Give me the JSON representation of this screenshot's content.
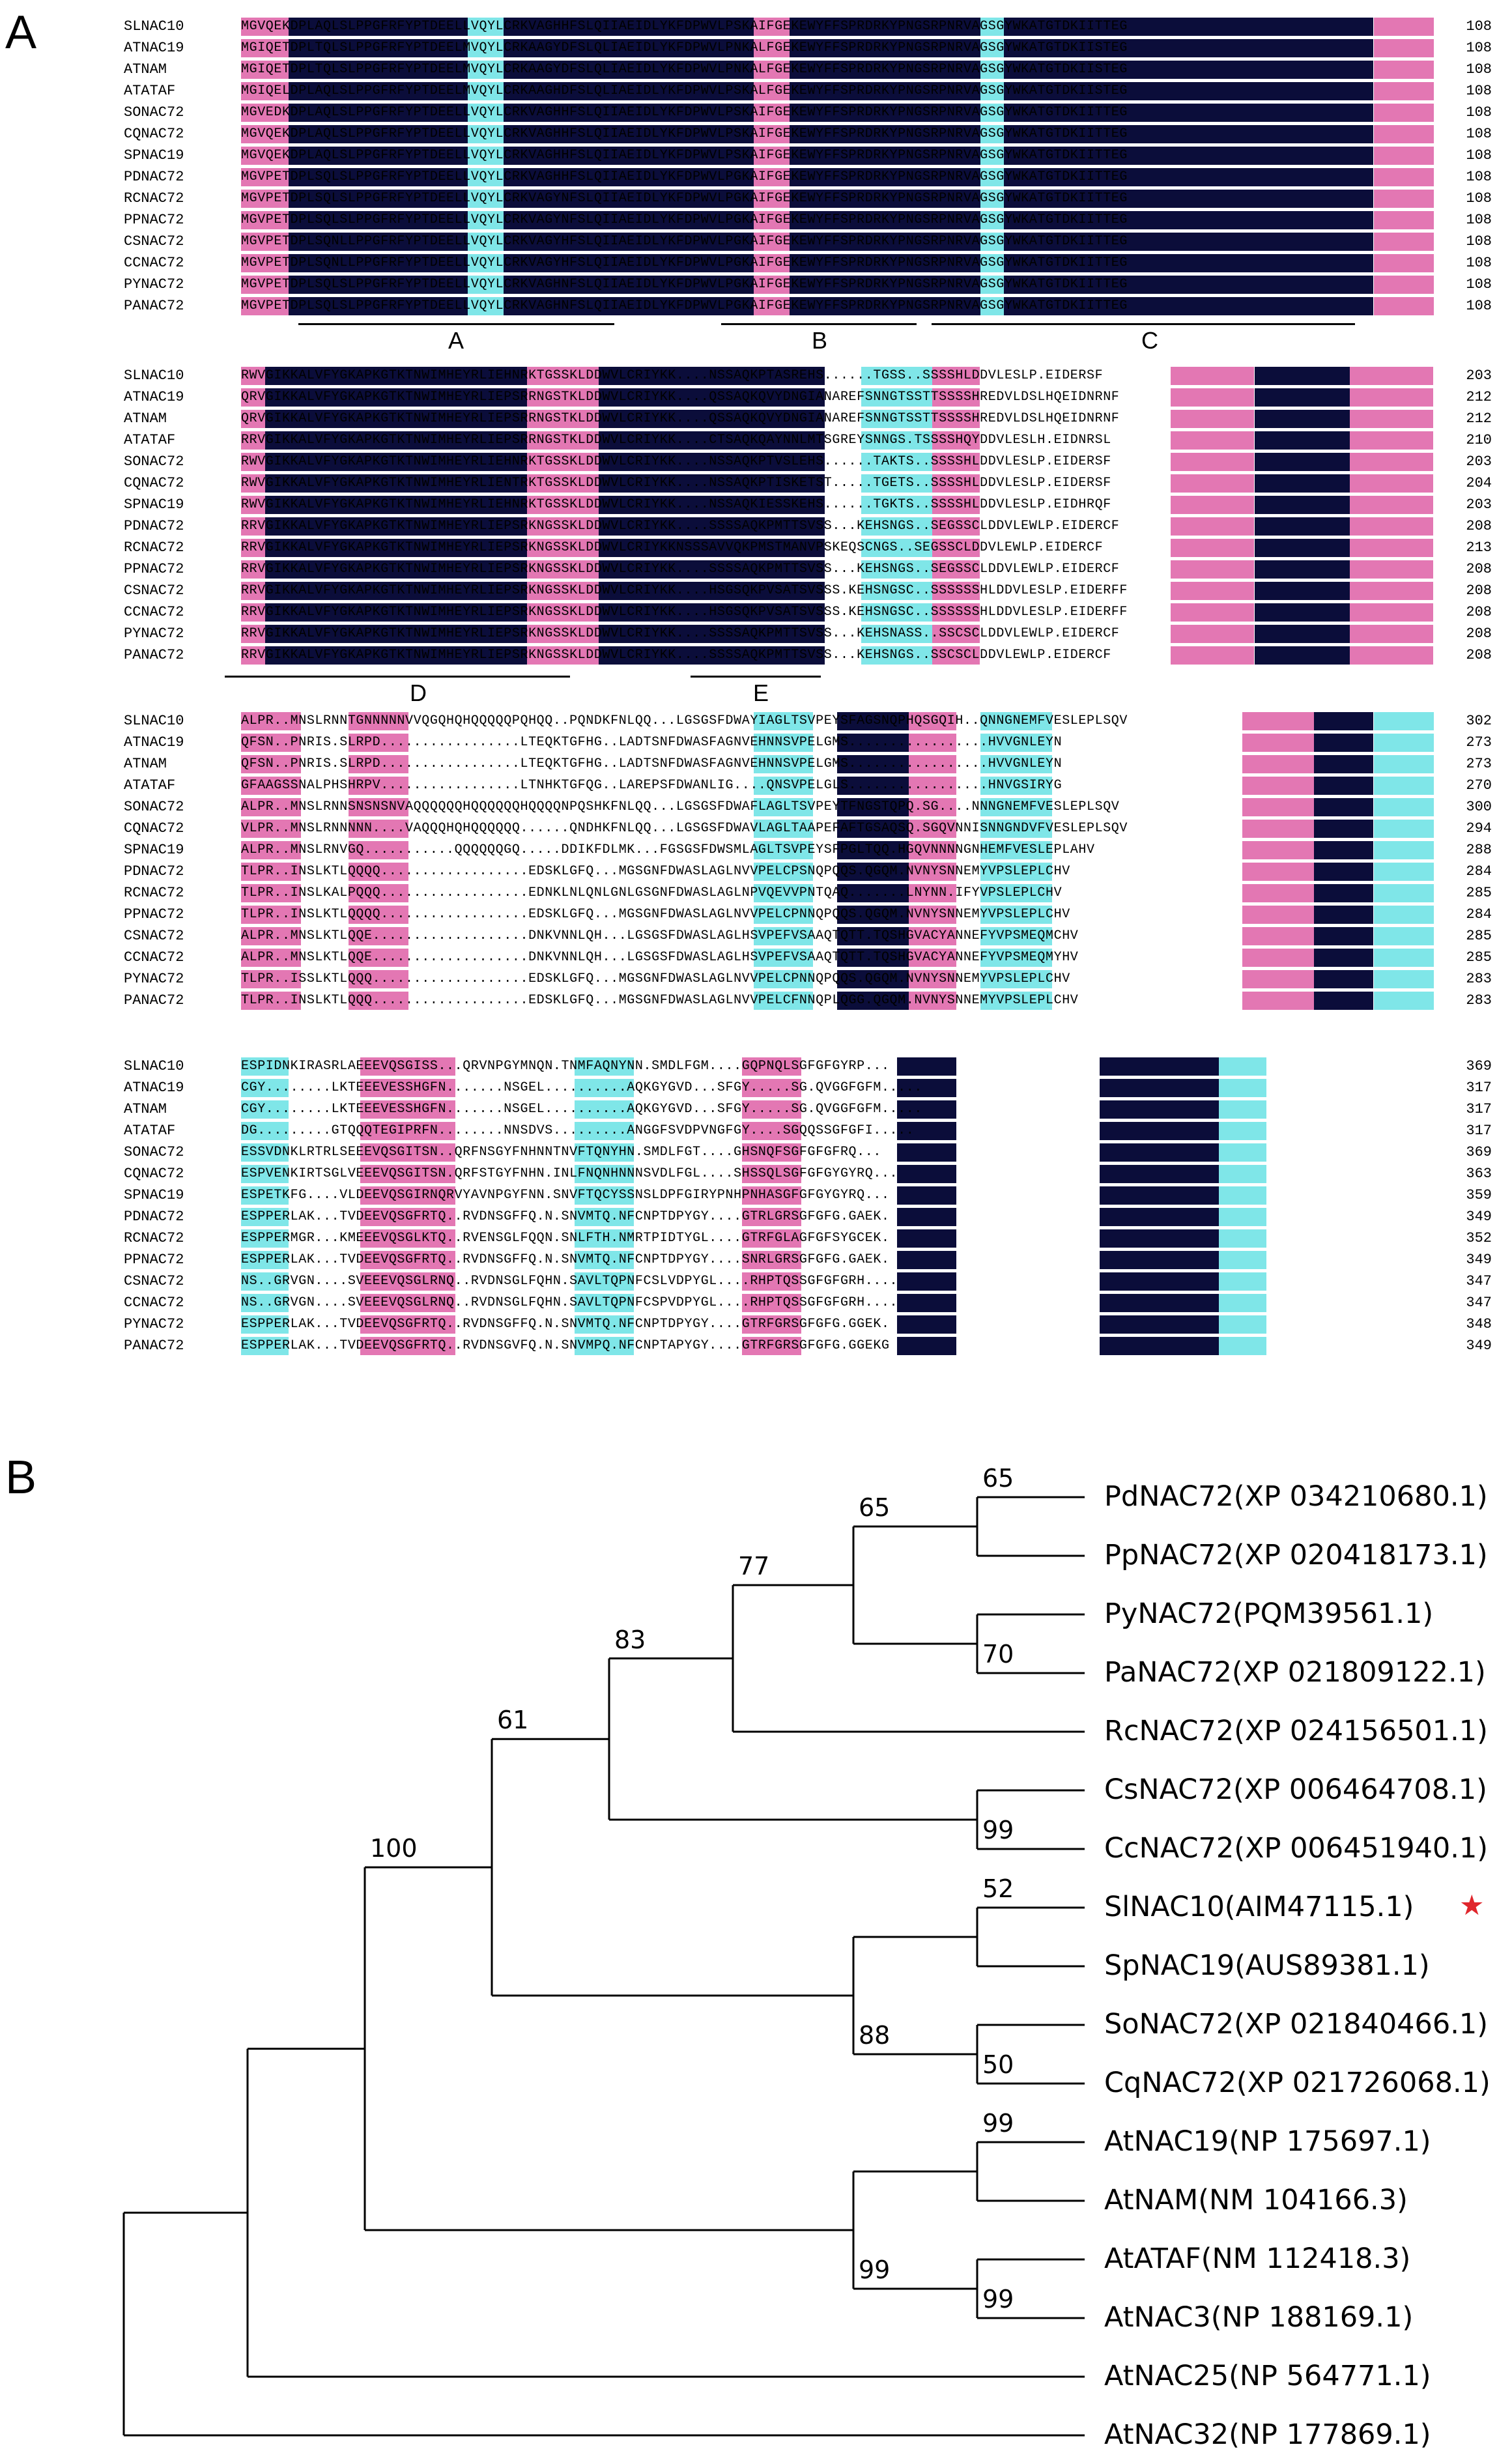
{
  "panels": {
    "a_label": "A",
    "b_label": "B"
  },
  "colors": {
    "identical": "#0b0d3a",
    "similar_pink": "#e377b3",
    "similar_cyan": "#7fe6e8"
  },
  "alignment": {
    "motifs": [
      "A",
      "B",
      "C",
      "D",
      "E"
    ],
    "blocks": [
      {
        "rows": [
          {
            "name": "SLNAC10",
            "seq": "MGVQEKDPLAQLSLPPGFRFYPTDEELLVQYLCRKVAGHHFSLQIIAEIDLYKFDPWVLPSKAIFGEKEWYFFSPRDRKYPNGSRPNRVAGSGYWKATGTDKIITTEG",
            "end": "108"
          },
          {
            "name": "ATNAC19",
            "seq": "MGIQETDPLTQLSLPPGFRFYPTDEELMVQYLCRKAAGYDFSLQLIAEIDLYKFDPWVLPNKALFGEKEWYFFSPRDRKYPNGSRPNRVAGSGYWKATGTDKIISTEG",
            "end": "108"
          },
          {
            "name": "ATNAM",
            "seq": "MGIQETDPLTQLSLPPGFRFYPTDEELMVQYLCRKAAGYDFSLQLIAEIDLYKFDPWVLPNKALFGEKEWYFFSPRDRKYPNGSRPNRVAGSGYWKATGTDKIISTEG",
            "end": "108"
          },
          {
            "name": "ATATAF",
            "seq": "MGIQELDPLAQLSLPPGFRFYPTDEELMVQYLCRKAAGHDFSLQLIAEIDLYKFDPWVLPSKALFGEKEWYFFSPRDRKYPNGSRPNRVAGSGYWKATGTDKIISTEG",
            "end": "108"
          },
          {
            "name": "SONAC72",
            "seq": "MGVEDKDPLAQLSLPPGFRFYPTDEELLVQYLCRKVAGHHFSLQIIAEIDLYKFDPWVLPSKAIFGEKEWYFFSPRDRKYPNGSRPNRVAGSGYWKATGTDKIITTEG",
            "end": "108"
          },
          {
            "name": "CQNAC72",
            "seq": "MGVQEKDPLAQLSLPPGFRFYPTDEELLVQYLCRKVAGHHFSLQIIAEIDLYKFDPWVLPSKAIFGEKEWYFFSPRDRKYPNGSRPNRVAGSGYWKATGTDKIITTEG",
            "end": "108"
          },
          {
            "name": "SPNAC19",
            "seq": "MGVQEKDPLAQLSLPPGFRFYPTDEELLVQYLCRKVAGHHFSLQIIAEIDLYKFDPWVLPSKAIFGEKEWYFFSPRDRKYPNGSRPNRVAGSGYWKATGTDKIITTEG",
            "end": "108"
          },
          {
            "name": "PDNAC72",
            "seq": "MGVPETDPLSQLSLPPGFRFYPTDEELLVQYLCRKVAGHHFSLQIIAEIDLYKFDPWVLPGKAIFGEKEWYFFSPRDRKYPNGSRPNRVAGSGYWKATGTDKIITTEG",
            "end": "108"
          },
          {
            "name": "RCNAC72",
            "seq": "MGVPETDPLSQLSLPPGFRFYPTDEELLVQYLCRKVAGYNFSLQIIAEIDLYKFDPWVLPGKAIFGEKEWYFFSPRDRKYPNGSRPNRVAGSGYWKATGTDKIITTEG",
            "end": "108"
          },
          {
            "name": "PPNAC72",
            "seq": "MGVPETDPLSQLSLPPGFRFYPTDEELLVQYLCRKVAGYNFSLQIIAEIDLYKFDPWVLPGKAIFGEKEWYFFSPRDRKYPNGSRPNRVAGSGYWKATGTDKIITTEG",
            "end": "108"
          },
          {
            "name": "CSNAC72",
            "seq": "MGVPETDPLSQNLLPPGFRFYPTDEELLVQYLCRKVAGYHFSLQIIAEIDLYKFDPWVLPGKAIFGEKEWYFFSPRDRKYPNGSRPNRVAGSGYWKATGTDKIITTEG",
            "end": "108"
          },
          {
            "name": "CCNAC72",
            "seq": "MGVPETDPLSQNLLPPGFRFYPTDEELLVQYLCRKVAGYHFSLQIIAEIDLYKFDPWVLPGKAIFGEKEWYFFSPRDRKYPNGSRPNRVAGSGYWKATGTDKIITTEG",
            "end": "108"
          },
          {
            "name": "PYNAC72",
            "seq": "MGVPETDPLSQLSLPPGFRFYPTDEELLVQYLCRKVAGHNFSLQIIAEIDLYKFDPWVLPGKAIFGEKEWYFFSPRDRKYPNGSRPNRVAGSGYWKATGTDKIITTEG",
            "end": "108"
          },
          {
            "name": "PANAC72",
            "seq": "MGVPETDPLSQLSLPPGFRFYPTDEELLVQYLCRKVAGHNFSLQIIAEIDLYKFDPWVLPGKAIFGEKEWYFFSPRDRKYPNGSRPNRVAGSGYWKATGTDKIITTEG",
            "end": "108"
          }
        ]
      },
      {
        "rows": [
          {
            "name": "SLNAC10",
            "seq": "RWVGIKKALVFYGKAPKGTKTNWIMHEYRLIEHNRKTGSSKLDDWVLCRIYKK....NSSAQKPTASREHS......TGSS..SSSSHLDDVLESLP.EIDERSF",
            "end": "203"
          },
          {
            "name": "ATNAC19",
            "seq": "QRVGIKKALVFYGKAPKGTKTNWIMHEYRLIEPSRRNGSTKLDDWVLCRIYKK....QSSAQKQVYDNGIANAREFSNNGTSSTTSSSSHREDVLDSLHQEIDNRNF",
            "end": "212"
          },
          {
            "name": "ATNAM",
            "seq": "QRVGIKKALVFYGKAPKGTKTNWIMHEYRLIEPSRRNGSTKLDDWVLCRIYKK....QSSAQKQVYDNGIANAREFSNNGTSSTTSSSSHREDVLDSLHQEIDNRNF",
            "end": "212"
          },
          {
            "name": "ATATAF",
            "seq": "RRVGIKKALVFYGKAPKGTKTNWIMHEYRLIEPSRRNGSTKLDDWVLCRIYKK....CTSAQKQAYNNLMTSGREYSNNGS.TSSSSHQYDDVLESLH.EIDNRSL",
            "end": "210"
          },
          {
            "name": "SONAC72",
            "seq": "RWVGIKKALVFYGKAPKGTKTNWIMHEYRLIEHNRKTGSSKLDDWVLCRIYKK....NSSAQKPTVSLEHS......TAKTS..SSSSHLDDVLESLP.EIDERSF",
            "end": "203"
          },
          {
            "name": "CQNAC72",
            "seq": "RWVGIKKALVFYGKAPKGTKTNWIMHEYRLIENTRKTGSSKLDDWVLCRIYKK....NSSAQKPTISKETST.....TGETS..SSSSHLDDVLESLP.EIDERSF",
            "end": "204"
          },
          {
            "name": "SPNAC19",
            "seq": "RWVGIKKALVFYGKAPKGTKTNWIMHEYRLIEHNRKTGSSKLDDWVLCRIYKK....NSSAQKIESSKEHS......TGKTS..SSSSHLDDVLESLP.EIDHRQF",
            "end": "203"
          },
          {
            "name": "PDNAC72",
            "seq": "RRVGIKKALVFYGKAPKGTKTNWIMHEYRLIEPSRKNGSSKLDDWVLCRIYKK....SSSSAQKPMTTSVSS...KEHSNGS..SEGSSCLDDVLEWLP.EIDERCF",
            "end": "208"
          },
          {
            "name": "RCNAC72",
            "seq": "RRVGIKKALVFYGKAPKGTKTNWIMHEYRLIEPSRKNGSSKLDDWVLCRIYKKNSSSAVVQKPMSTMANVPSKEQSCNGS..SEGSSCLDDVLEWLP.EIDERCF",
            "end": "213"
          },
          {
            "name": "PPNAC72",
            "seq": "RRVGIKKALVFYGKAPKGTKTNWIMHEYRLIEPSRKNGSSKLDDWVLCRIYKK....SSSSAQKPMTTSVSS...KEHSNGS..SEGSSCLDDVLEWLP.EIDERCF",
            "end": "208"
          },
          {
            "name": "CSNAC72",
            "seq": "RRVGIKKALVFYGKAPKGTKTNWIMHEYRLIEPSRKNGSSKLDDWVLCRIYKK....HSGSQKPVSATSVSSS.KEHSNGSC..SSSSSSHLDDVLESLP.EIDERFF",
            "end": "208"
          },
          {
            "name": "CCNAC72",
            "seq": "RRVGIKKALVFYGKAPKGTKTNWIMHEYRLIEPSRKNGSSKLDDWVLCRIYKK....HSGSQKPVSATSVSSS.KEHSNGSC..SSSSSSHLDDVLESLP.EIDERFF",
            "end": "208"
          },
          {
            "name": "PYNAC72",
            "seq": "RRVGIKKALVFYGKAPKGTKTNWIMHEYRLIEPSRKNGSSKLDDWVLCRIYKK....SSSSAQKPMTTSVSS...KEHSNASS..SSCSCLDDVLEWLP.EIDERCF",
            "end": "208"
          },
          {
            "name": "PANAC72",
            "seq": "RRVGIKKALVFYGKAPKGTKTNWIMHEYRLIEPSRKNGSSKLDDWVLCRIYKK....SSSSAQKPMTTSVSS...KEHSNGS..SSCSCLDDVLEWLP.EIDERCF",
            "end": "208"
          }
        ]
      },
      {
        "rows": [
          {
            "name": "SLNAC10",
            "seq": "ALPR..MNSLRNNTGNNNNNVVQGQHQHQQQQQPQHQQ..PQNDKFNLQQ...LGSGSFDWAYIAGLTSVPEYSFAGSNQPHQSGQIH..QNNGNEMFVESLEPLSQV",
            "end": "302"
          },
          {
            "name": "ATNAC19",
            "seq": "QFSN..PNRIS.SLRPD.................LTEQKTGFHG..LADTSNFDWASFAGNVEHNNSVPELGMS.................HVVGNLEYN",
            "end": "273"
          },
          {
            "name": "ATNAM",
            "seq": "QFSN..PNRIS.SLRPD.................LTEQKTGFHG..LADTSNFDWASFAGNVEHNNSVPELGMS.................HVVGNLEYN",
            "end": "273"
          },
          {
            "name": "ATATAF",
            "seq": "GFAAGSSNALPHSHRPV.................LTNHKTGFQG..LAREPSFDWANLIG....QNSVPELGLS.................HNVGSIRYG",
            "end": "270"
          },
          {
            "name": "SONAC72",
            "seq": "ALPR..MNSLRNNSNSNSNVAQQQQQQHQQQQQQHQQQQNPQSHKFNLQQ...LGSGSFDWAFLAGLTSVPEYTFNGSTQPQ.SG....NNNGNEMFVESLEPLSQV",
            "end": "300"
          },
          {
            "name": "CQNAC72",
            "seq": "VLPR..MNSLRNNNNN....VAQQQHQHQQQQQQ......QNDHKFNLQQ...LGSGSFDWAVLAGLTAAPEFAFTGSAQSQ.SGQVNNISNNGNDVFVESLEPLSQV",
            "end": "294"
          },
          {
            "name": "SPNAC19",
            "seq": "ALPR..MNSLRNVGQ...........QQQQQQGQ.....DDIKFDLMK...FGSGSFDWSMLAGLTSVPEYSFPGLTQQ.HGQVNNNNGNHEMFVESLEPLAHV",
            "end": "288"
          },
          {
            "name": "PDNAC72",
            "seq": "TLPR..INSLKTLQQQQ..................EDSKLGFQ...MGSGNFDWASLAGLNVVPELCPSNQPQQS.QGQM.NVNYSNNEMYVPSLEPLCHV",
            "end": "284"
          },
          {
            "name": "RCNAC72",
            "seq": "TLPR..INSLKALPQQQ..................EDNKLNLQNLGNLGSGNFDWASLAGLNPVQEVVPNTQAQ.......LNYNN.IFYVPSLEPLCHV",
            "end": "285"
          },
          {
            "name": "PPNAC72",
            "seq": "TLPR..INSLKTLQQQQ..................EDSKLGFQ...MGSGNFDWASLAGLNVVPELCPNNQPQQS.QGQM.NVNYSNNEMYVPSLEPLCHV",
            "end": "284"
          },
          {
            "name": "CSNAC72",
            "seq": "ALPR..MNSLKTLQQE...................DNKVNNLQH...LGSGSFDWASLAGLHSVPEFVSAAQTQTT.TQSHGVACYANNEFYVPSMEQMCHV",
            "end": "285"
          },
          {
            "name": "CCNAC72",
            "seq": "ALPR..MNSLKTLQQE...................DNKVNNLQH...LGSGSFDWASLAGLHSVPEFVSAAQTQTT.TQSHGVACYANNEFYVPSMEQMYHV",
            "end": "285"
          },
          {
            "name": "PYNAC72",
            "seq": "TLPR..ISSLKTLQQQ...................EDSKLGFQ...MGSGNFDWASLAGLNVVPELCPNNQPQQS.QGQM.NVNYSNNEMYVPSLEPLCHV",
            "end": "283"
          },
          {
            "name": "PANAC72",
            "seq": "TLPR..INSLKTLQQQ...................EDSKLGFQ...MGSGNFDWASLAGLNVVPELCFNNQPLQGG.QGQM.NVNYSNNEMYVPSLEPLCHV",
            "end": "283"
          }
        ]
      },
      {
        "rows": [
          {
            "name": "SLNAC10",
            "seq": "ESPIDNKIRASRLAEEEVQSGISS...QRVNPGYMNQN.TNMFAQNYNN.SMDLFGM....GQPNQLSGFGFGYRP...",
            "end": "369"
          },
          {
            "name": "ATNAC19",
            "seq": "CGY........LKTEEEVESSHGFN.......NSGEL..........AQKGYGVD...SFGY.....SG.QVGGFGFM.....",
            "end": "317"
          },
          {
            "name": "ATNAM",
            "seq": "CGY........LKTEEEVESSHGFN.......NSGEL..........AQKGYGVD...SFGY.....SG.QVGGFGFM.....",
            "end": "317"
          },
          {
            "name": "ATATAF",
            "seq": "DG.........GTQQQTEGIPRFN........NNSDVS.........ANGGFSVDPVNGFGY....SGQQSSGFGFI.....",
            "end": "317"
          },
          {
            "name": "SONAC72",
            "seq": "ESSVDNKLRTRLSEEEVQSGITSN..QRFNSGYFNHNNTNVFTQNYHN.SMDLFGT....GHSNQFSGFGFGFRQ...",
            "end": "369"
          },
          {
            "name": "CQNAC72",
            "seq": "ESPVENKIRTSGLVEEEVQSGITSN.QRFSTGYFNHN.INLFNQNHNNNSVDLFGL....SHSSQLSGFGFGYGYRQ...",
            "end": "363"
          },
          {
            "name": "SPNAC19",
            "seq": "ESPETKFG....VLDEEVQSGIRNQRVYAVNPGYFNN.SNVFTQCYSSNSLDPFGIRYPNHPNHASGFGFGYGYRQ...",
            "end": "359"
          },
          {
            "name": "PDNAC72",
            "seq": "ESPPERLAK...TVDEEVQSGFRTQ..RVDNSGFFQ.N.SNVMTQ.NFCNPTDPYGY....GTRLGRSGFGFG.GAEK.",
            "end": "349"
          },
          {
            "name": "RCNAC72",
            "seq": "ESPPERMGR...KMEEEVQSGLKTQ..RVENSGLFQQN.SNLFTH.NMRTPIDTYGL....GTRFGLAGFGFSYGCEK.",
            "end": "352"
          },
          {
            "name": "PPNAC72",
            "seq": "ESPPERLAK...TVDEEVQSGFRTQ..RVDNSGFFQ.N.SNVMTQ.NFCNPTDPYGY....SNRLGRSGFGFG.GAEK.",
            "end": "349"
          },
          {
            "name": "CSNAC72",
            "seq": "NS..GRVGN....SVEEEVQSGLRNQ..RVDNSGLFQHN.SAVLTQPNFCSLVDPYGL....RHPTQSSGFGFGRH....",
            "end": "347"
          },
          {
            "name": "CCNAC72",
            "seq": "NS..GRVGN....SVEEEVQSGLRNQ..RVDNSGLFQHN.SAVLTQPNFCSPVDPYGL....RHPTQSSGFGFGRH....",
            "end": "347"
          },
          {
            "name": "PYNAC72",
            "seq": "ESPPERLAK...TVDEEVQSGFRTQ..RVDNSGFFQ.N.SNVMTQ.NFCNPTDPYGY....GTRFGRSGFGFG.GGEK.",
            "end": "348"
          },
          {
            "name": "PANAC72",
            "seq": "ESPPERLAK...TVDEEVQSGFRTQ..RVDNSGVFQ.N.SNVMPQ.NFCNPTAPYGY....GTRFGRSGFGFG.GGEKG",
            "end": "349"
          }
        ]
      }
    ]
  },
  "tree": {
    "tips": [
      {
        "label": "PdNAC72(XP 034210680.1)"
      },
      {
        "label": "PpNAC72(XP 020418173.1)"
      },
      {
        "label": "PyNAC72(PQM39561.1)"
      },
      {
        "label": "PaNAC72(XP 021809122.1)"
      },
      {
        "label": "RcNAC72(XP 024156501.1)"
      },
      {
        "label": "CsNAC72(XP 006464708.1)"
      },
      {
        "label": "CcNAC72(XP 006451940.1)"
      },
      {
        "label": "SlNAC10(AIM47115.1)",
        "marker": "star"
      },
      {
        "label": "SpNAC19(AUS89381.1)"
      },
      {
        "label": "SoNAC72(XP 021840466.1)"
      },
      {
        "label": "CqNAC72(XP 021726068.1)"
      },
      {
        "label": "AtNAC19(NP 175697.1)"
      },
      {
        "label": "AtNAM(NM 104166.3)"
      },
      {
        "label": "AtATAF(NM 112418.3)"
      },
      {
        "label": "AtNAC3(NP 188169.1)"
      },
      {
        "label": "AtNAC25(NP 564771.1)"
      },
      {
        "label": "AtNAC32(NP 177869.1)"
      }
    ],
    "bootstraps": [
      "65",
      "65",
      "70",
      "77",
      "83",
      "99",
      "61",
      "52",
      "88",
      "50",
      "100",
      "99",
      "99",
      "99"
    ],
    "star_color": "#e0262c"
  }
}
